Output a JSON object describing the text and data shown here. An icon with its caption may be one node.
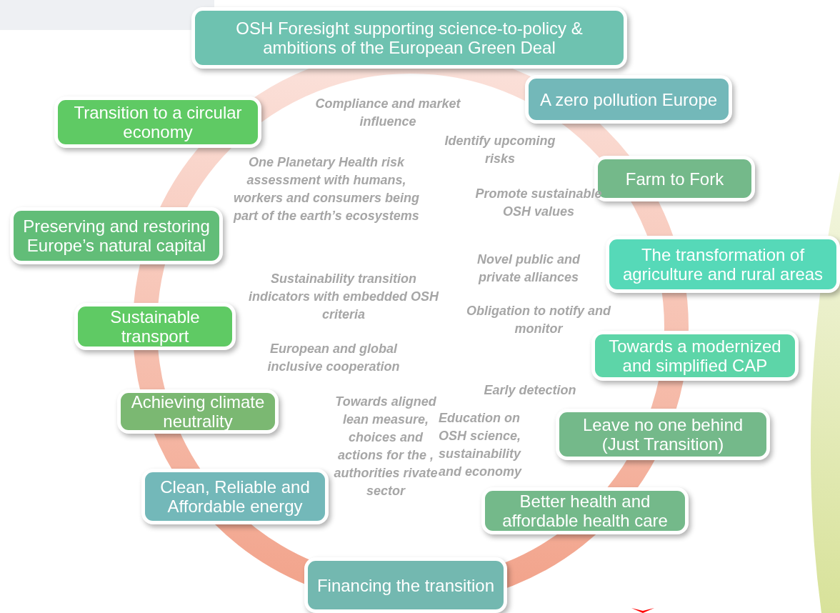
{
  "diagram": {
    "nodes": [
      {
        "text": [
          "OSH Foresight supporting science-to-policy & ambitions of the European Green Deal"
        ]
      },
      {
        "text": [
          "A zero pollution Europe"
        ]
      },
      {
        "text": [
          "Transition to a circular economy"
        ]
      },
      {
        "text": [
          "Farm to Fork"
        ]
      },
      {
        "text": [
          "Preserving and restoring Europe’s natural capital"
        ]
      },
      {
        "text": [
          "The transformation of agriculture and rural areas"
        ]
      },
      {
        "text": [
          "Sustainable transport"
        ]
      },
      {
        "text": [
          "Towards a modernized and simplified CAP"
        ]
      },
      {
        "text": [
          "Achieving climate neutrality"
        ]
      },
      {
        "text": [
          "Leave no one behind (Just Transition)"
        ]
      },
      {
        "text": [
          "Clean, Reliable and Affordable energy"
        ]
      },
      {
        "text": [
          "Better health and affordable health care"
        ]
      },
      {
        "text": [
          "Financing the transition"
        ]
      }
    ],
    "edges": [],
    "labels": [
      "Compliance and market influence",
      "Identify upcoming risks",
      "One Planetary Health risk assessment with humans, workers and consumers being part of the earth’s ecosystems",
      "Promote sustainable OSH values",
      "Novel public and private alliances",
      "Sustainability transition indicators with embedded OSH criteria",
      "Obligation to notify and monitor",
      "European and global inclusive cooperation",
      "Early detection",
      "Towards aligned lean measure, choices and actions for the , authorities rivate sector",
      "Education on OSH science, sustainability and economy"
    ]
  }
}
